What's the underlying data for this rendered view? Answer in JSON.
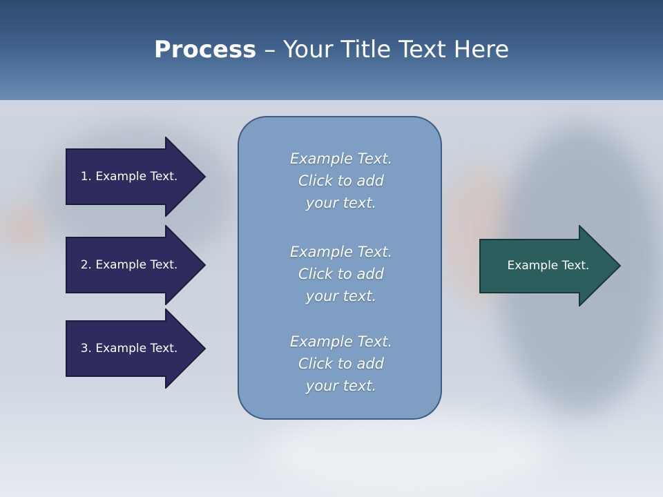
{
  "slide": {
    "title_bold": "Process",
    "title_rest": " – Your Title Text Here",
    "left_arrows": [
      {
        "label": "1. Example Text."
      },
      {
        "label": "2. Example Text."
      },
      {
        "label": "3. Example Text."
      }
    ],
    "center_box": {
      "blocks": [
        {
          "line1": "Example Text.",
          "line2": "Click  to add",
          "line3": "your text."
        },
        {
          "line1": "Example Text.",
          "line2": "Click  to add",
          "line3": "your text."
        },
        {
          "line1": "Example Text.",
          "line2": "Click  to add",
          "line3": "your text."
        }
      ]
    },
    "right_arrow": {
      "label": "Example Text."
    }
  },
  "colors": {
    "header_dark": "#2e4a6e",
    "left_arrow_fill": "#2e2c5e",
    "right_arrow_fill": "#2d5e5e",
    "center_box_fill": "#7e9fc3"
  }
}
